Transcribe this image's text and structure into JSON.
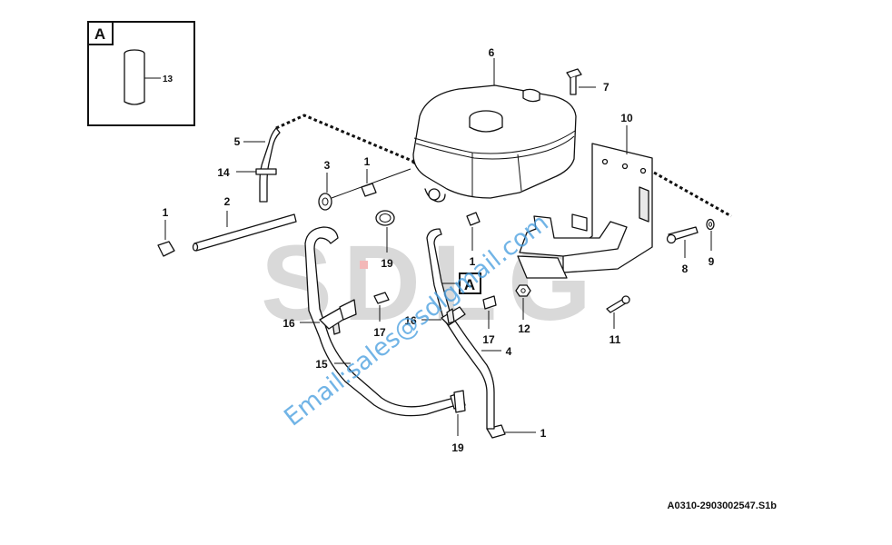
{
  "diagram": {
    "detail_box": {
      "label": "A",
      "callout": "13"
    },
    "ref_code": "A0310-2903002547.S1b",
    "watermark": "Email:sales@sdlgmail.com",
    "logo_text": "SDLG",
    "callouts": {
      "c1a": "1",
      "c1b": "1",
      "c1c": "1",
      "c1d": "1",
      "c2": "2",
      "c3": "3",
      "c4": "4",
      "c5": "5",
      "c6": "6",
      "c7": "7",
      "c8": "8",
      "c9": "9",
      "c10": "10",
      "c11": "11",
      "c12": "12",
      "c14": "14",
      "c15": "15",
      "c16a": "16",
      "c16b": "16",
      "c17a": "17",
      "c17b": "17",
      "c19a": "19",
      "c19b": "19"
    },
    "detail_marker": "A"
  }
}
